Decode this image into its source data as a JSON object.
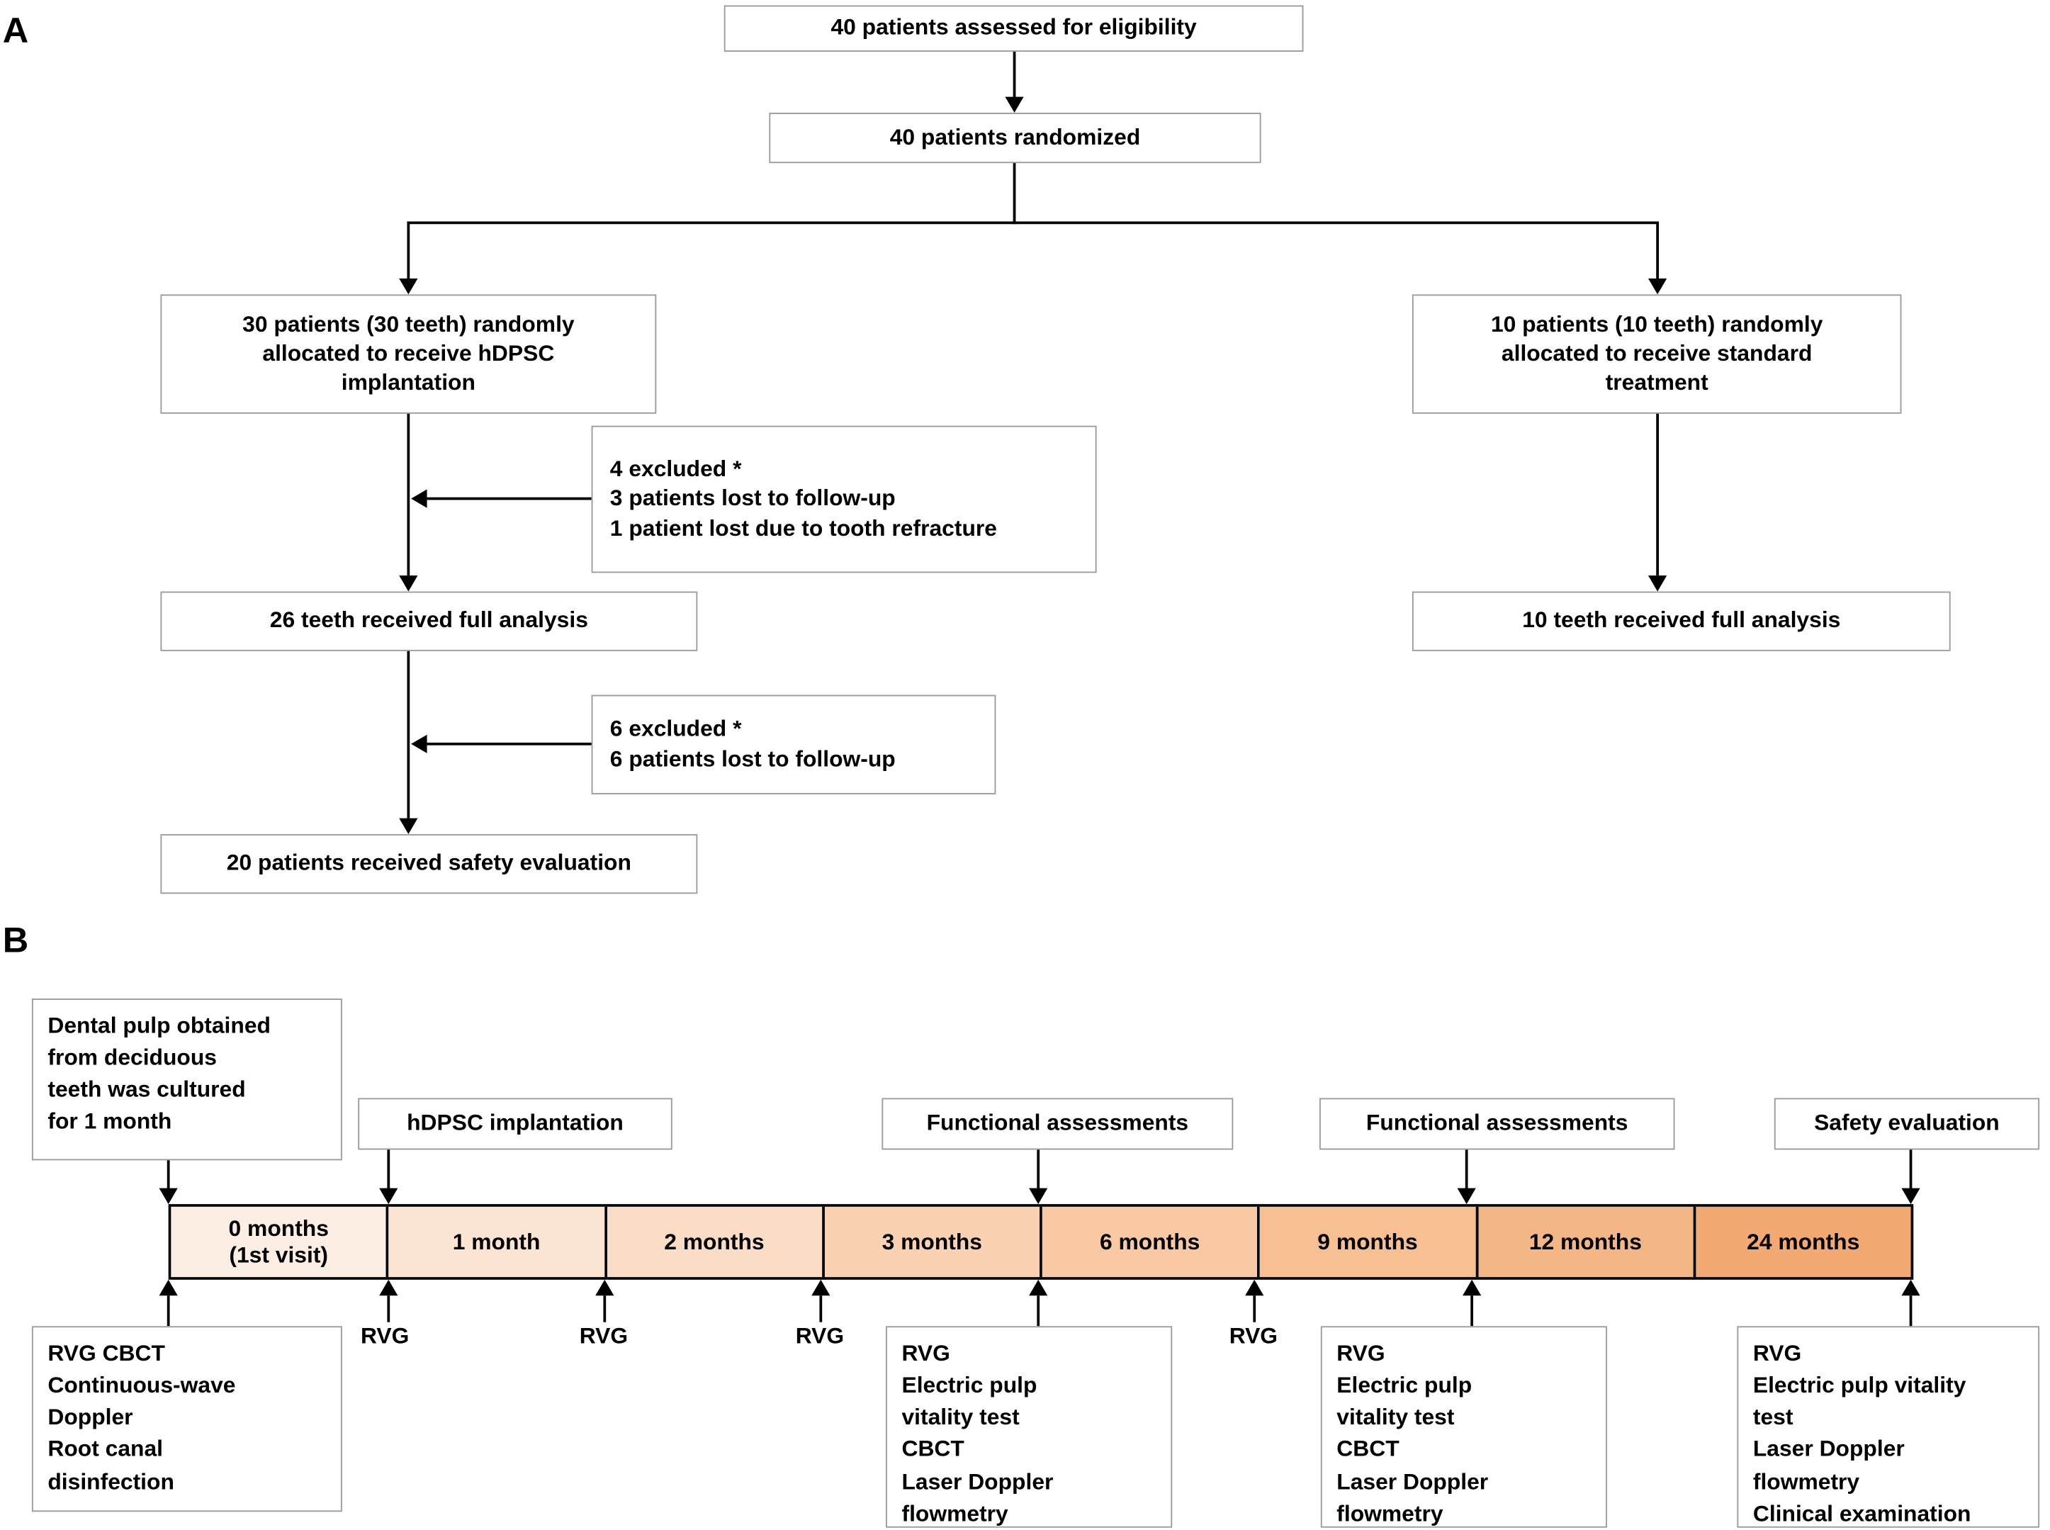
{
  "panel_a": {
    "label": "A",
    "eligibility_box": "40 patients assessed for eligibility",
    "randomized_box": "40 patients randomized",
    "hdpsc_allocation_box": "30 patients (30 teeth) randomly\nallocated to receive hDPSC\nimplantation",
    "standard_allocation_box": "10 patients (10 teeth) randomly\nallocated to receive standard\ntreatment",
    "excluded_box_1": "4 excluded *\n3 patients lost to follow-up\n1 patient lost due to tooth refracture",
    "full_analysis_hdpsc_box": "26 teeth received full analysis",
    "excluded_box_2": "6 excluded *\n6 patients  lost to follow-up",
    "safety_evaluation_box": "20 patients received  safety evaluation",
    "full_analysis_standard_box": "10 teeth received full analysis"
  },
  "panel_b": {
    "label": "B",
    "event_boxes": {
      "dental_pulp": "Dental pulp obtained\nfrom deciduous\nteeth was cultured\nfor 1 month",
      "implantation": "hDPSC implantation",
      "functional_1": "Functional assessments",
      "functional_2": "Functional assessments",
      "safety": "Safety evaluation"
    },
    "timeline": {
      "segments": [
        {
          "label": "0 months\n(1st visit)",
          "color": "#fdeee3"
        },
        {
          "label": "1 month",
          "color": "#fce4d2"
        },
        {
          "label": "2 months",
          "color": "#fbdcc4"
        },
        {
          "label": "3 months",
          "color": "#fad2b2"
        },
        {
          "label": "6 months",
          "color": "#f8c9a3"
        },
        {
          "label": "9 months",
          "color": "#f7c093"
        },
        {
          "label": "12 months",
          "color": "#f5b685"
        },
        {
          "label": "24 months",
          "color": "#f3aa72"
        }
      ]
    },
    "rvg_labels": [
      "RVG",
      "RVG",
      "RVG",
      "RVG"
    ],
    "assessment_boxes": {
      "baseline": "RVG  CBCT\nContinuous-wave\nDoppler\nRoot canal\ndisinfection",
      "six_months": "RVG\nElectric pulp\nvitality test\nCBCT\nLaser Doppler\nflowmetry",
      "twelve_months": "RVG\nElectric pulp\nvitality test\nCBCT\nLaser Doppler\nflowmetry",
      "twenty_four_months": "RVG\nElectric pulp vitality\ntest\nLaser Doppler\nflowmetry\nClinical examination"
    }
  }
}
